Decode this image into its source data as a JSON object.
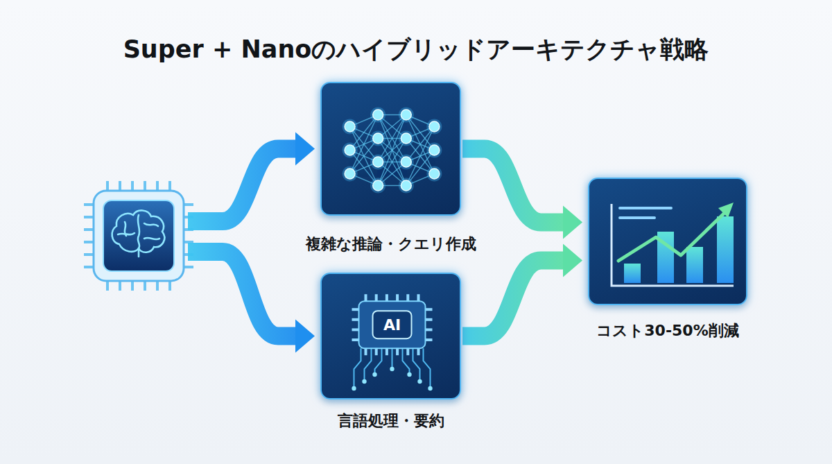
{
  "diagram": {
    "title": "Super + Nanoのハイブリッドアーキテクチャ戦略",
    "nodes": [
      {
        "text": [
          "複雑な推論・クエリ作成"
        ]
      },
      {
        "text": [
          "言語処理・要約"
        ]
      },
      {
        "text": [
          "コスト30-50%削減"
        ]
      }
    ],
    "edges": [
      {
        "from": 0,
        "to": 2,
        "arrow": "to"
      },
      {
        "from": 1,
        "to": 2,
        "arrow": "to"
      }
    ],
    "labels": [
      "AI"
    ]
  }
}
